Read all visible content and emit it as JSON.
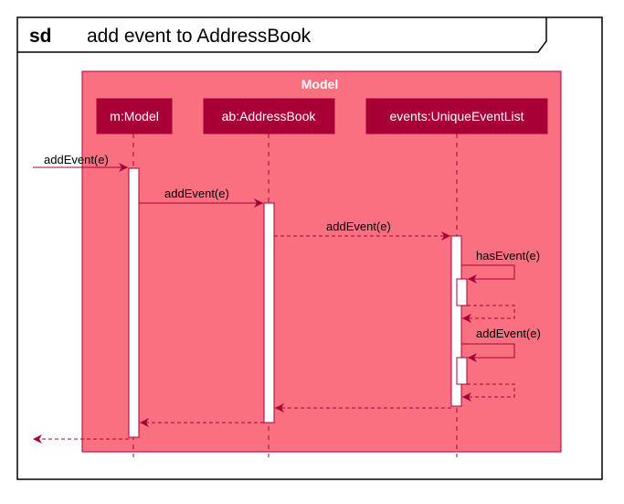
{
  "frame": {
    "keyword": "sd",
    "title": "add event to AddressBook"
  },
  "box": {
    "label": "Model",
    "fill": "#F97181",
    "stroke": "#A80036"
  },
  "participants": [
    {
      "id": "m",
      "label": "m:Model"
    },
    {
      "id": "ab",
      "label": "ab:AddressBook"
    },
    {
      "id": "events",
      "label": "events:UniqueEventList"
    }
  ],
  "messages": [
    {
      "id": "m1",
      "label": "addEvent(e)",
      "kind": "call"
    },
    {
      "id": "m2",
      "label": "addEvent(e)",
      "kind": "call"
    },
    {
      "id": "m3",
      "label": "addEvent(e)",
      "kind": "call-dashed"
    },
    {
      "id": "m4",
      "label": "hasEvent(e)",
      "kind": "self-call"
    },
    {
      "id": "m5",
      "label": "",
      "kind": "self-return"
    },
    {
      "id": "m6",
      "label": "addEvent(e)",
      "kind": "self-call"
    },
    {
      "id": "m7",
      "label": "",
      "kind": "self-return"
    },
    {
      "id": "m8",
      "label": "",
      "kind": "return"
    },
    {
      "id": "m9",
      "label": "",
      "kind": "return"
    },
    {
      "id": "m10",
      "label": "",
      "kind": "return"
    }
  ],
  "colors": {
    "participant_fill": "#A80036",
    "participant_text": "#FFFFFF",
    "arrow": "#A80036",
    "lifeline": "#A80036",
    "frame_border": "#000000"
  }
}
